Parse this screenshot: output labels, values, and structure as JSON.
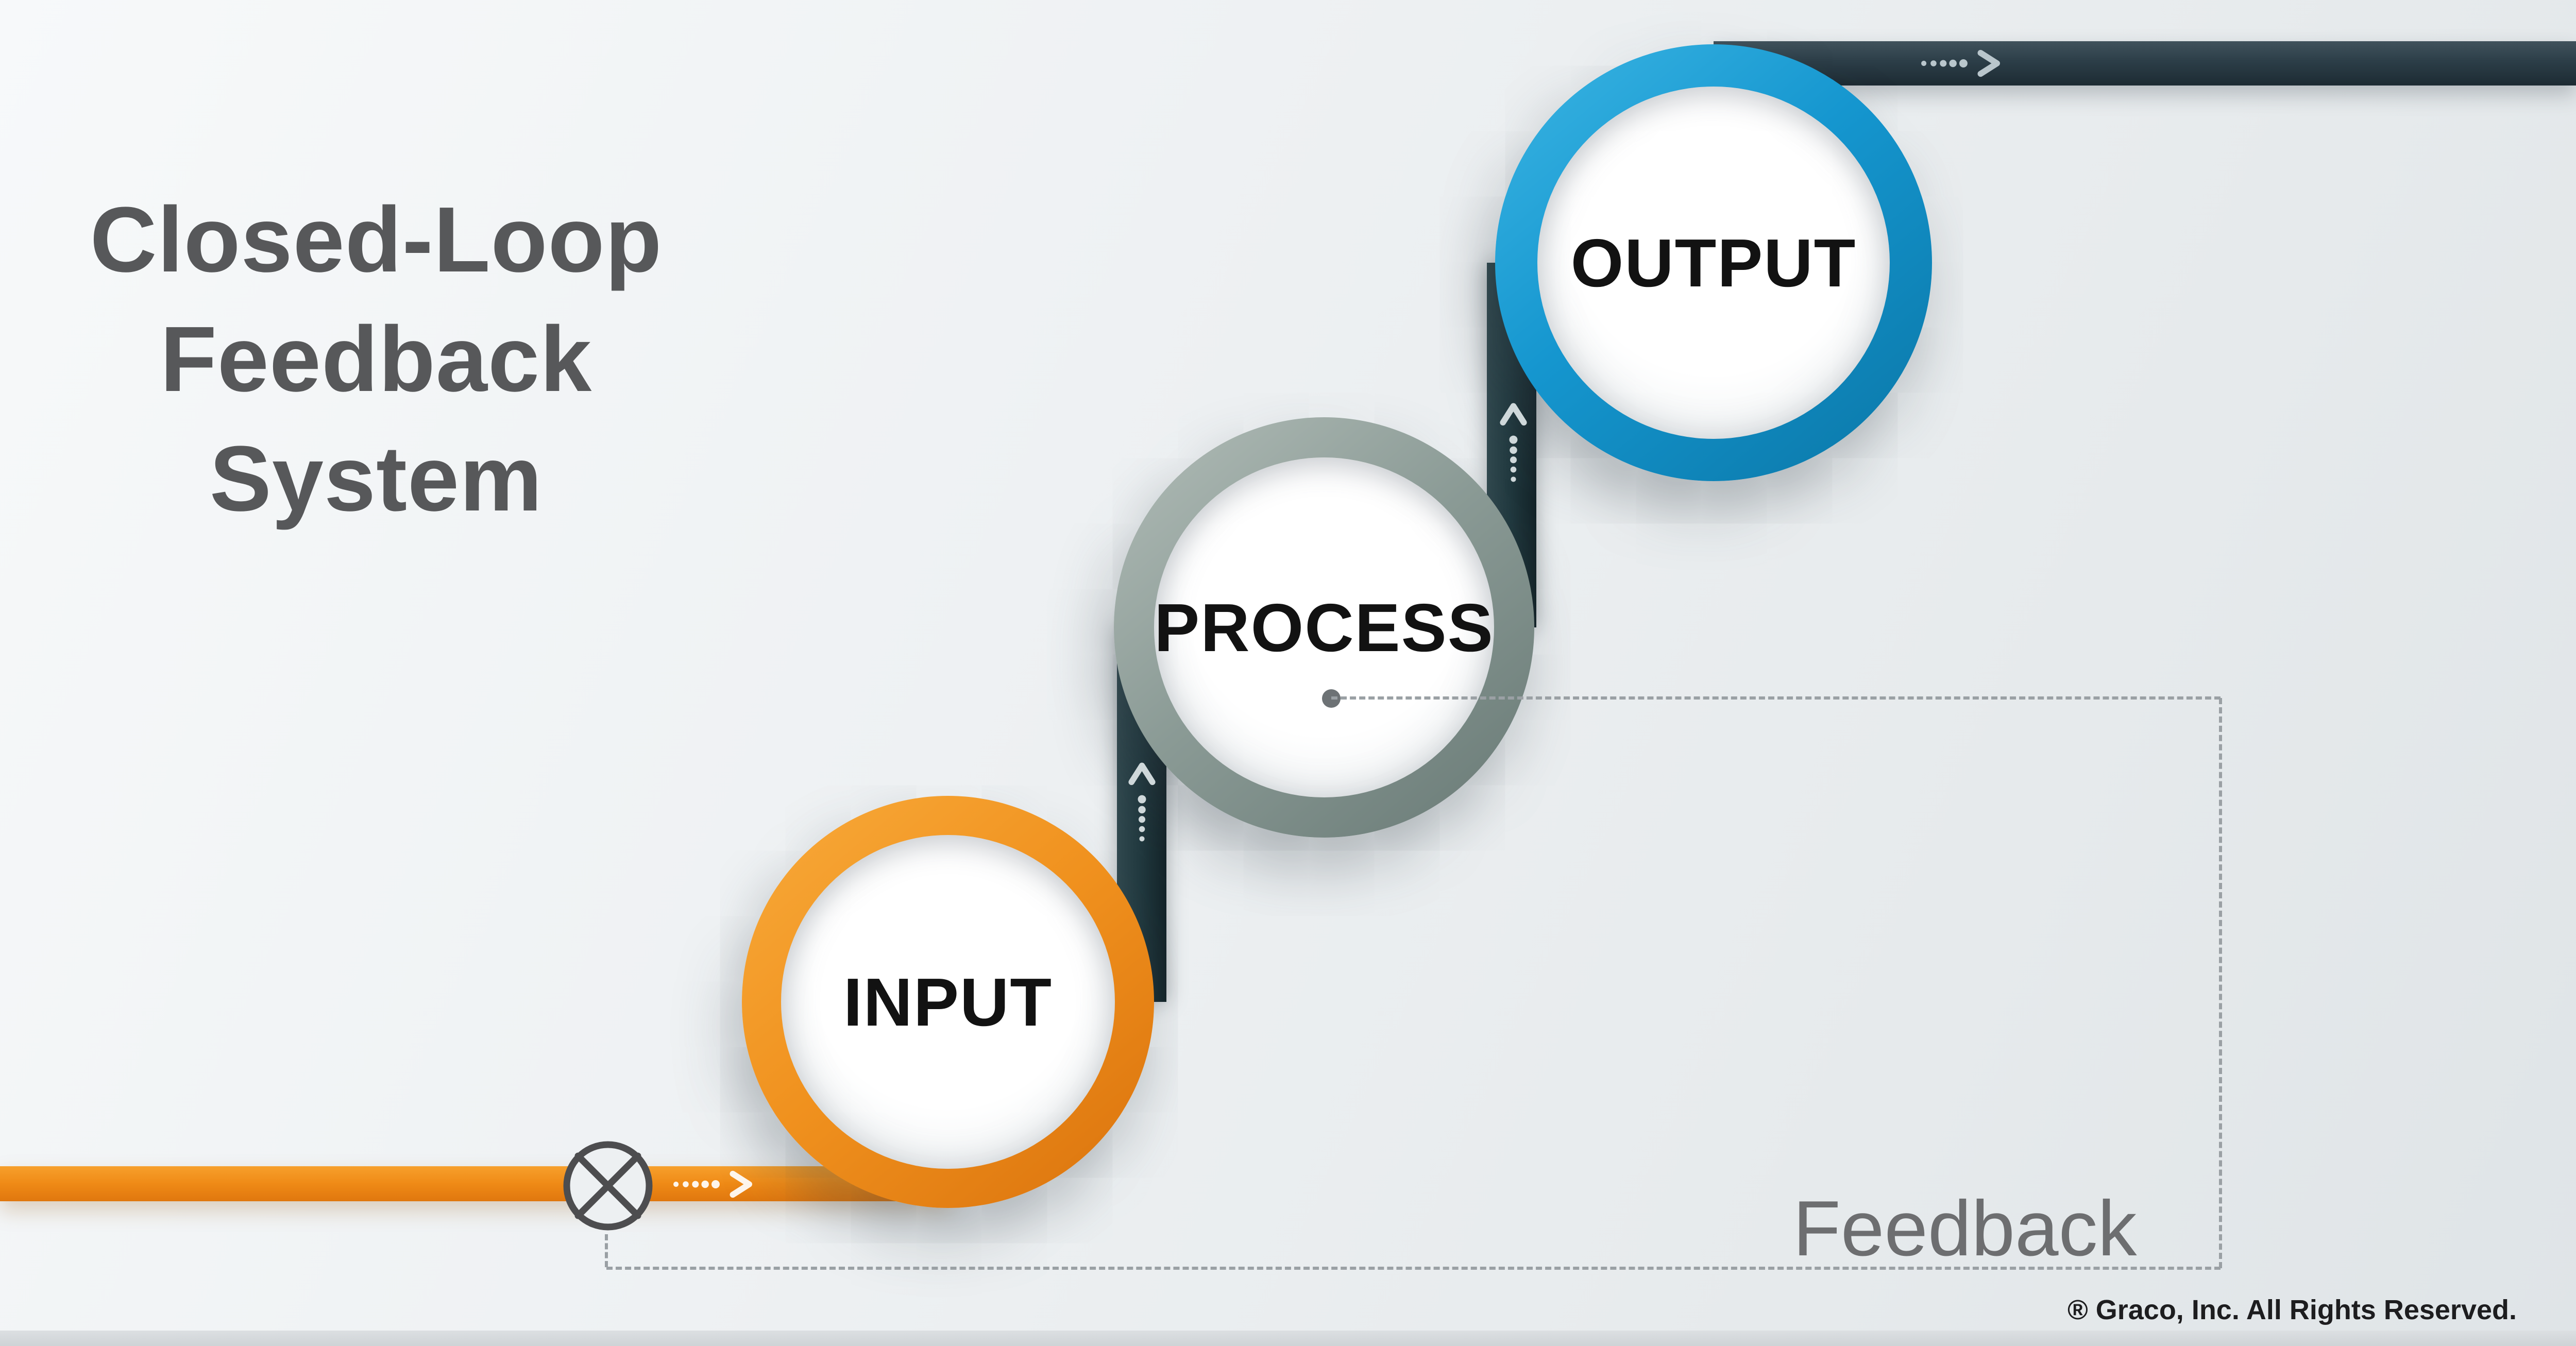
{
  "title": {
    "lines": [
      "Closed-Loop",
      "Feedback",
      "System"
    ],
    "color": "#57585a"
  },
  "nodes": [
    {
      "id": "input",
      "label": "INPUT",
      "color": "#f0911e"
    },
    {
      "id": "process",
      "label": "PROCESS",
      "color": "#8a9a95"
    },
    {
      "id": "output",
      "label": "OUTPUT",
      "color": "#1596cf"
    }
  ],
  "flow": {
    "sequence": [
      "INPUT",
      "PROCESS",
      "OUTPUT"
    ],
    "feedback_loop": {
      "from": "PROCESS",
      "to": "INPUT",
      "label": "Feedback"
    }
  },
  "feedback": {
    "label": "Feedback",
    "color": "#6d6e70"
  },
  "footer": {
    "copyright": "® Graco, Inc. All Rights Reserved."
  },
  "colors": {
    "background": "#edf0f2",
    "bar_dark": "#2c3e48",
    "bar_orange": "#ef8a16",
    "dash_gray": "#9aa0a4",
    "title_gray": "#57585a"
  },
  "icons": [
    "dotted-arrow-right",
    "dotted-arrow-up",
    "sum-junction-x-icon"
  ]
}
